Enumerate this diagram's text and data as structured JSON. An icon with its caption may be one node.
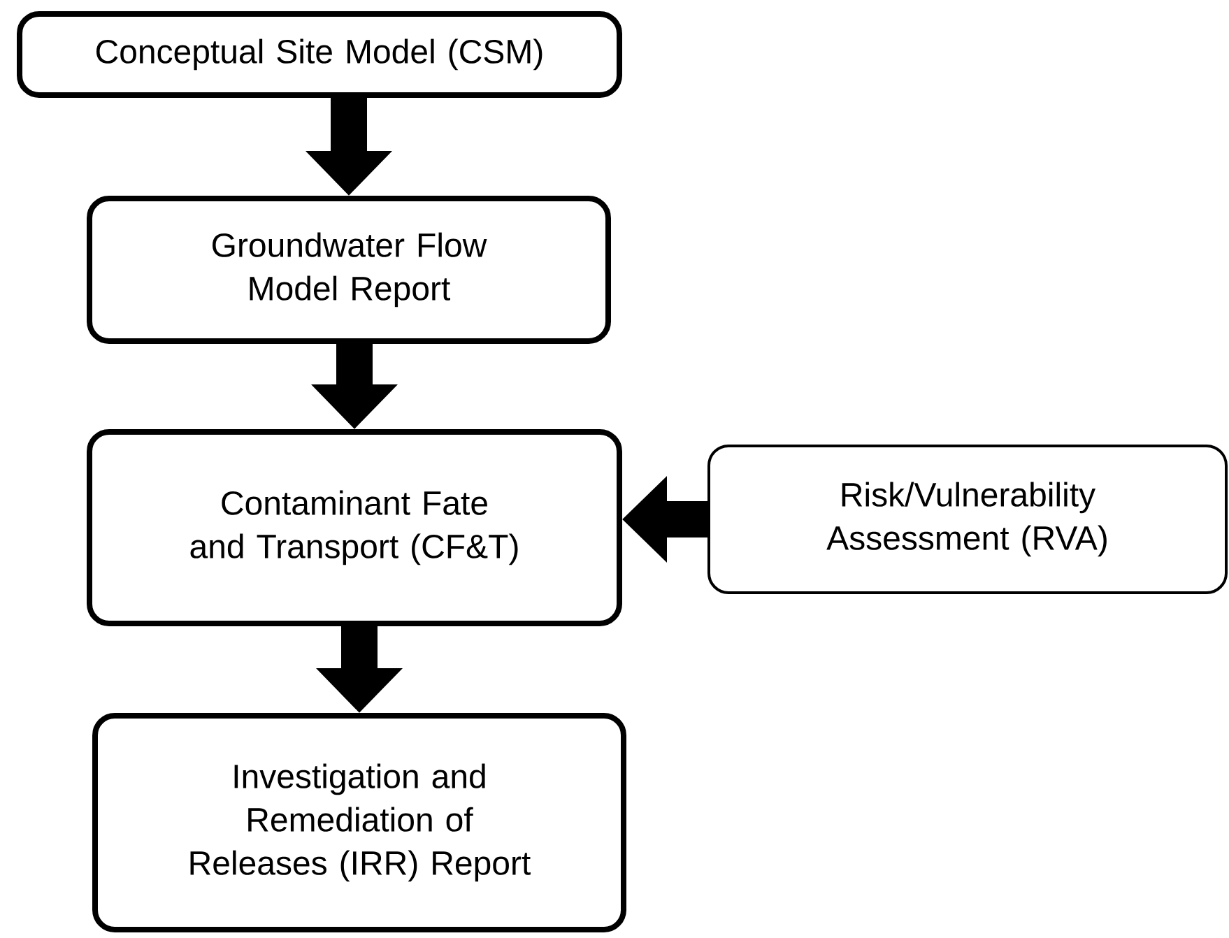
{
  "diagram": {
    "nodes": [
      {
        "text": [
          "Conceptual Site Model (CSM)"
        ]
      },
      {
        "text": [
          "Groundwater Flow Model Report"
        ]
      },
      {
        "text": [
          "Contaminant Fate and Transport (CF&T)"
        ]
      },
      {
        "text": [
          "Risk/Vulnerability Assessment (RVA)"
        ]
      },
      {
        "text": [
          "Investigation and Remediation of Releases (IRR) Report"
        ]
      }
    ],
    "edges": [
      {
        "from": 0,
        "to": 1,
        "arrow": "to"
      },
      {
        "from": 1,
        "to": 2,
        "arrow": "to"
      },
      {
        "from": 3,
        "to": 2,
        "arrow": "to"
      },
      {
        "from": 2,
        "to": 4,
        "arrow": "to"
      }
    ]
  }
}
